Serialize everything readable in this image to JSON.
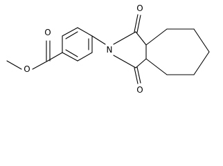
{
  "molecule": {
    "atoms": {
      "ester_o_methyl": "O",
      "ester_o_carbonyl": "O",
      "imide_n": "N",
      "imide_o_top": "O",
      "imide_o_bottom": "O"
    },
    "colors": {
      "bond": "#000000",
      "label": "#000000",
      "background": "#ffffff"
    }
  }
}
